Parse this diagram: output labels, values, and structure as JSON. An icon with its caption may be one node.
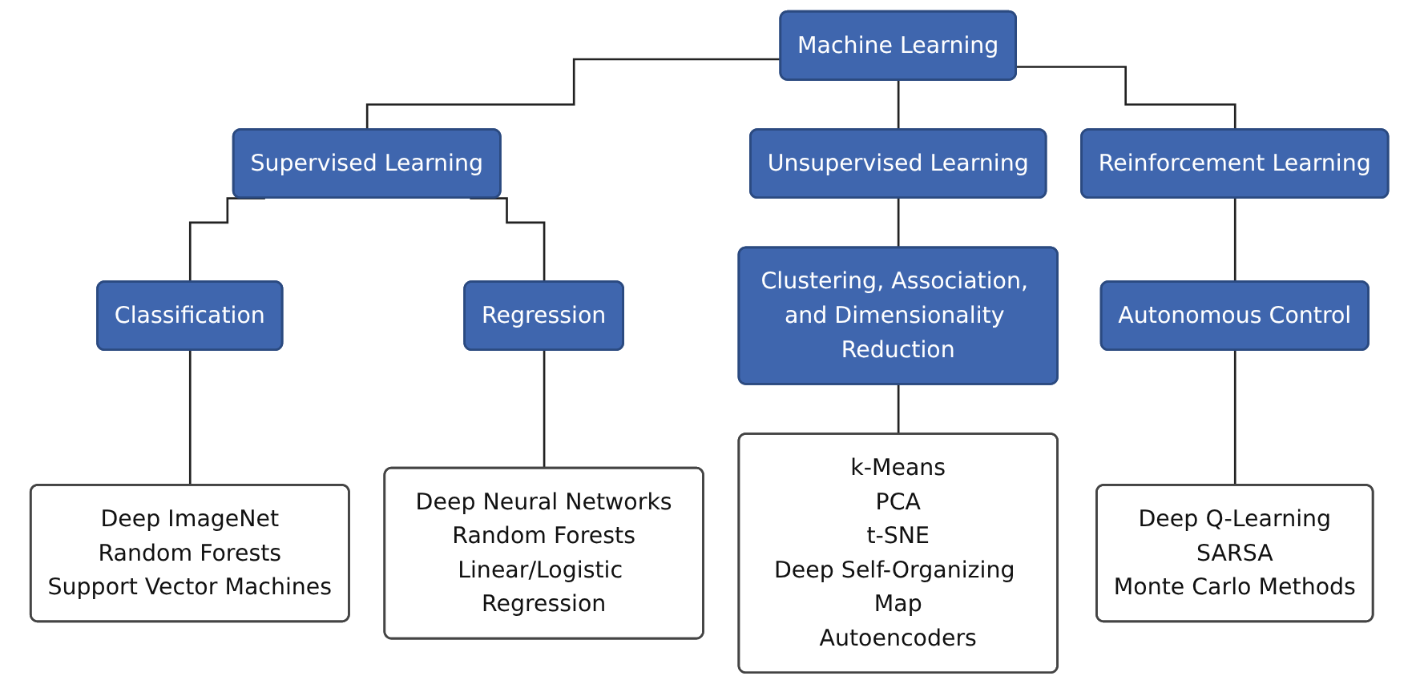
{
  "diagram": {
    "nodes": [
      {
        "text": [
          "Machine Learning"
        ]
      },
      {
        "text": [
          "Supervised Learning"
        ]
      },
      {
        "text": [
          "Unsupervised Learning"
        ]
      },
      {
        "text": [
          "Reinforcement Learning"
        ]
      },
      {
        "text": [
          "Classification"
        ]
      },
      {
        "text": [
          "Regression"
        ]
      },
      {
        "text": [
          "Clustering, Association, and Dimensionality Reduction"
        ]
      },
      {
        "text": [
          "Autonomous Control"
        ]
      },
      {
        "text": [
          "Deep ImageNet",
          "Random Forests",
          "Support Vector Machines"
        ]
      },
      {
        "text": [
          "Deep Neural Networks",
          "Random Forests",
          "Linear/Logistic Regression"
        ]
      },
      {
        "text": [
          "k-Means",
          "PCA",
          "t-SNE",
          "Deep Self-Organizing Map",
          "Autoencoders"
        ]
      },
      {
        "text": [
          "Deep Q-Learning",
          "SARSA",
          "Monte Carlo Methods"
        ]
      }
    ],
    "edges": [
      {
        "from": 0,
        "to": 1,
        "arrow": "none"
      },
      {
        "from": 0,
        "to": 2,
        "arrow": "none"
      },
      {
        "from": 0,
        "to": 3,
        "arrow": "none"
      },
      {
        "from": 1,
        "to": 4,
        "arrow": "none"
      },
      {
        "from": 1,
        "to": 5,
        "arrow": "none"
      },
      {
        "from": 2,
        "to": 6,
        "arrow": "none"
      },
      {
        "from": 3,
        "to": 7,
        "arrow": "none"
      },
      {
        "from": 4,
        "to": 8,
        "arrow": "none"
      },
      {
        "from": 5,
        "to": 9,
        "arrow": "none"
      },
      {
        "from": 6,
        "to": 10,
        "arrow": "none"
      },
      {
        "from": 7,
        "to": 11,
        "arrow": "none"
      }
    ]
  }
}
